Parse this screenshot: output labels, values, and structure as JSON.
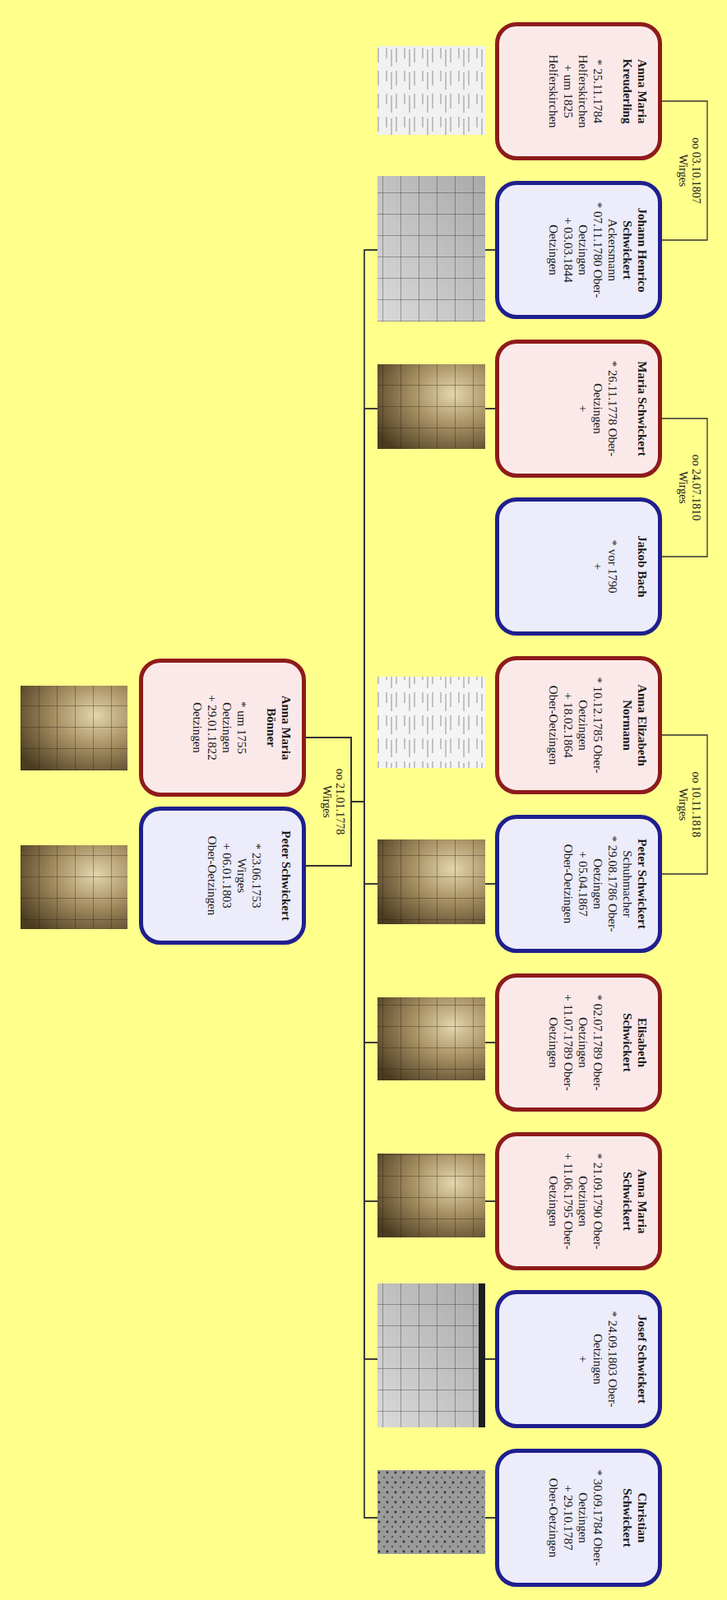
{
  "diagram": {
    "nodes": [
      {
        "text": [
          "Peter Schwickert",
          "* 23.06.1753 Wirges",
          "+ 06.01.1803 Ober-Oetzingen"
        ]
      },
      {
        "text": [
          "Anna Maria Bönner",
          "* um 1755 Oetzingen",
          "+ 29.01.1822 Oetzingen"
        ]
      },
      {
        "text": [
          "Anna Maria Kreuderling",
          "* 25.11.1784 Helferskirchen",
          "+ um 1825 Helferskirchen"
        ]
      },
      {
        "text": [
          "Johann Henrico Schwickert",
          "Ackersmann",
          "* 07.11.1780 Ober-Oetzingen",
          "+ 03.03.1844 Oetzingen"
        ]
      },
      {
        "text": [
          "Maria Schwickert",
          "* 26.11.1778 Ober-Oetzingen",
          "+"
        ]
      },
      {
        "text": [
          "Jakob Bach",
          "* vor 1790",
          "+"
        ]
      },
      {
        "text": [
          "Anna Elizabeth Normann",
          "* 10.12.1785 Ober-Oetzingen",
          "+ 18.02.1864 Ober-Oetzingen"
        ]
      },
      {
        "text": [
          "Peter Schwickert",
          "Schuhmacher",
          "* 29.08.1786 Ober-Oetzingen",
          "+ 05.04.1867 Ober-Oetzingen"
        ]
      },
      {
        "text": [
          "Elisabeth Schwickert",
          "* 02.07.1789 Ober-Oetzingen",
          "+ 11.07.1789 Ober-Oetzingen"
        ]
      },
      {
        "text": [
          "Anna Maria Schwickert",
          "* 21.09.1790 Ober-Oetzingen",
          "+ 11.06.1795 Ober-Oetzingen"
        ]
      },
      {
        "text": [
          "Josef Schwickert",
          "* 24.09.1803 Ober-Oetzingen",
          "+"
        ]
      },
      {
        "text": [
          "Christian Schwickert",
          "* 30.09.1784 Ober-Oetzingen",
          "+ 29.10.1787 Ober-Oetzingen"
        ]
      }
    ],
    "edges": [
      {
        "from": 0,
        "to": 1,
        "label": "oo 21.01.1778 Wirges",
        "arrow": "none"
      },
      {
        "from": 0,
        "to": 3,
        "arrow": "none"
      },
      {
        "from": 0,
        "to": 4,
        "arrow": "none"
      },
      {
        "from": 0,
        "to": 7,
        "arrow": "none"
      },
      {
        "from": 0,
        "to": 8,
        "arrow": "none"
      },
      {
        "from": 0,
        "to": 9,
        "arrow": "none"
      },
      {
        "from": 0,
        "to": 10,
        "arrow": "none"
      },
      {
        "from": 0,
        "to": 11,
        "arrow": "none"
      },
      {
        "from": 1,
        "to": 3,
        "arrow": "none"
      },
      {
        "from": 1,
        "to": 4,
        "arrow": "none"
      },
      {
        "from": 1,
        "to": 7,
        "arrow": "none"
      },
      {
        "from": 1,
        "to": 8,
        "arrow": "none"
      },
      {
        "from": 1,
        "to": 9,
        "arrow": "none"
      },
      {
        "from": 1,
        "to": 10,
        "arrow": "none"
      },
      {
        "from": 1,
        "to": 11,
        "arrow": "none"
      },
      {
        "from": 3,
        "to": 2,
        "label": "oo 03.10.1807 Wirges",
        "arrow": "none"
      },
      {
        "from": 5,
        "to": 4,
        "label": "oo 24.07.1810 Wirges",
        "arrow": "none"
      },
      {
        "from": 7,
        "to": 6,
        "label": "oo 10.11.1818 Wirges",
        "arrow": "none"
      }
    ]
  }
}
